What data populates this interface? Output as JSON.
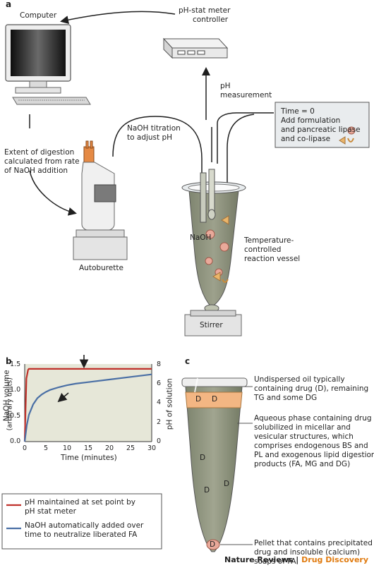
{
  "panel_labels": {
    "a": "a",
    "b": "b",
    "c": "c"
  },
  "panel_a": {
    "computer_label": "Computer",
    "meter_label_line1": "pH-stat meter",
    "meter_label_line2": "controller",
    "ph_measurement_line1": "pH",
    "ph_measurement_line2": "measurement",
    "naoh_titration_line1": "NaOH titration",
    "naoh_titration_line2": "to adjust pH",
    "digestion_line1": "Extent of digestion",
    "digestion_line2": "calculated from rate",
    "digestion_line3": "of NaOH addition",
    "time_box_line1": "Time = 0",
    "time_box_line2": "Add formulation",
    "time_box_line3": "and pancreatic lipase",
    "time_box_line4": "and co-lipase",
    "autoburette_label": "Autoburette",
    "naoh_label": "NaOH",
    "vessel_line1": "Temperature-",
    "vessel_line2": "controlled",
    "vessel_line3": "reaction vessel",
    "stirrer_label": "Stirrer"
  },
  "panel_b": {
    "legend_red": [
      "pH maintained at set point by",
      "pH stat meter"
    ],
    "legend_blue": [
      "NaOH automatically added over",
      "time to neutralize liberated FA"
    ],
    "colors": {
      "ph_line": "#c0312b",
      "naoh_line": "#4a6fa5",
      "plot_bg": "#e6e7d8"
    }
  },
  "chart_data": {
    "type": "line",
    "xlabel": "Time (minutes)",
    "ylabel_left_line1": "NaOH volume",
    "ylabel_left_line2": "(arbitrary units)",
    "ylabel_right": "pH of solution",
    "xlim": [
      0,
      30
    ],
    "ylim_left": [
      0,
      1.5
    ],
    "ylim_right": [
      0,
      8
    ],
    "x_ticks": [
      "0",
      "5",
      "10",
      "15",
      "20",
      "25",
      "30"
    ],
    "y_left_ticks": [
      "0.0",
      "0.5",
      "1.0",
      "1.5"
    ],
    "y_right_ticks": [
      "0",
      "2",
      "4",
      "6",
      "8"
    ],
    "series": [
      {
        "axis": "right",
        "x": [
          0,
          0.4,
          0.8,
          1,
          5,
          10,
          15,
          20,
          25,
          30
        ],
        "values": [
          0,
          6.5,
          7.4,
          7.5,
          7.5,
          7.5,
          7.5,
          7.5,
          7.5,
          7.5
        ]
      },
      {
        "axis": "left",
        "x": [
          0,
          0.5,
          1,
          2,
          3,
          4,
          5,
          6,
          8,
          10,
          12,
          15,
          20,
          25,
          30
        ],
        "values": [
          0,
          0.32,
          0.52,
          0.72,
          0.84,
          0.91,
          0.96,
          1.0,
          1.05,
          1.09,
          1.12,
          1.15,
          1.2,
          1.25,
          1.3
        ]
      }
    ]
  },
  "panel_c": {
    "oil_line1": "Undispersed oil typically",
    "oil_line2": "containing drug (D), remaining",
    "oil_line3": "TG and some DG",
    "aq_line1": "Aqueous phase containing drug",
    "aq_line2": "solubilized in micellar and",
    "aq_line3": "vesicular structures, which",
    "aq_line4": "comprises endogenous BS and",
    "aq_line5": "PL and exogenous lipid digestion",
    "aq_line6": "products (FA, MG and DG)",
    "pellet_line1": "Pellet that contains precipitated",
    "pellet_line2": "drug and insoluble (calcium)",
    "pellet_line3": "soaps of FA",
    "drug_mark": "D"
  },
  "footer": {
    "brand1": "Nature Reviews",
    "sep": " | ",
    "brand2": "Drug Discovery"
  }
}
